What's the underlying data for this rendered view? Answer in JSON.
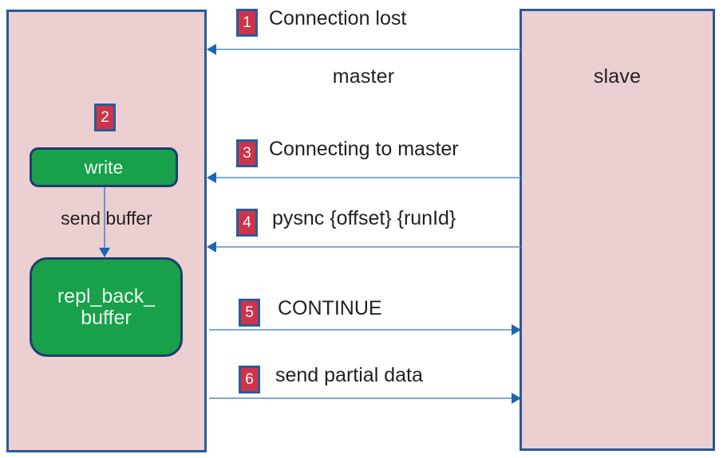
{
  "diagram": {
    "nodes": {
      "master": {
        "label": "master",
        "badge": "2",
        "inner_boxes": [
          {
            "label": "write"
          },
          {
            "label": "repl_back_\nbuffer"
          }
        ],
        "internal_arrow_label": "send buffer"
      },
      "slave": {
        "label": "slave"
      }
    },
    "messages": [
      {
        "number": "1",
        "label": "Connection lost",
        "direction": "slave-to-master"
      },
      {
        "number": "3",
        "label": "Connecting to master",
        "direction": "slave-to-master"
      },
      {
        "number": "4",
        "label": "pysnc {offset} {runId}",
        "direction": "slave-to-master"
      },
      {
        "number": "5",
        "label": "CONTINUE",
        "direction": "master-to-slave"
      },
      {
        "number": "6",
        "label": "send partial data",
        "direction": "master-to-slave"
      }
    ],
    "colors": {
      "node_fill": "#eccfd0",
      "node_border": "#2a5a96",
      "inner_box_fill": "#19a04a",
      "inner_box_border": "#1b3f6e",
      "badge_fill": "#cf3349",
      "badge_border": "#2a5a96",
      "arrow_line": "#7fa9d4",
      "arrow_head": "#1f64b0",
      "text": "#231f20"
    }
  }
}
